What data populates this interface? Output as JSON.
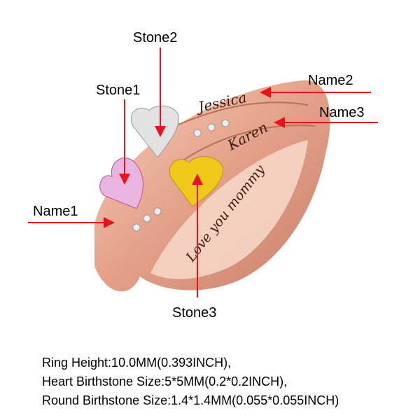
{
  "callouts": {
    "stone1": "Stone1",
    "stone2": "Stone2",
    "stone3": "Stone3",
    "name1": "Name1",
    "name2": "Name2",
    "name3": "Name3"
  },
  "engravings": {
    "name2": "Jessica",
    "name3": "Karen",
    "inner": "Love you mommy"
  },
  "specs": [
    "Ring Height:10.0MM(0.393INCH),",
    "Heart Birthstone Size:5*5MM(0.2*0.2INCH),",
    "Round Birthstone Size:1.4*1.4MM(0.055*0.055INCH)"
  ],
  "colors": {
    "annotation": "#e8141c",
    "rose_gold": "#e8a58e",
    "stone1": "#e8b4e0",
    "stone2": "#e2e2e2",
    "stone3": "#f0c81a"
  }
}
